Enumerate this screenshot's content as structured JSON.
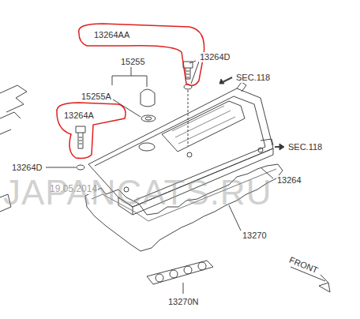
{
  "diagram": {
    "labels": [
      "13264AA",
      "13264D",
      "15255",
      "15255A",
      "SEC.118",
      "13264A",
      "13264D",
      "SEC.118",
      "13264",
      "19.05.2014",
      "13270",
      "JAPANCATS.RU",
      "FRONT",
      "13270N"
    ]
  }
}
